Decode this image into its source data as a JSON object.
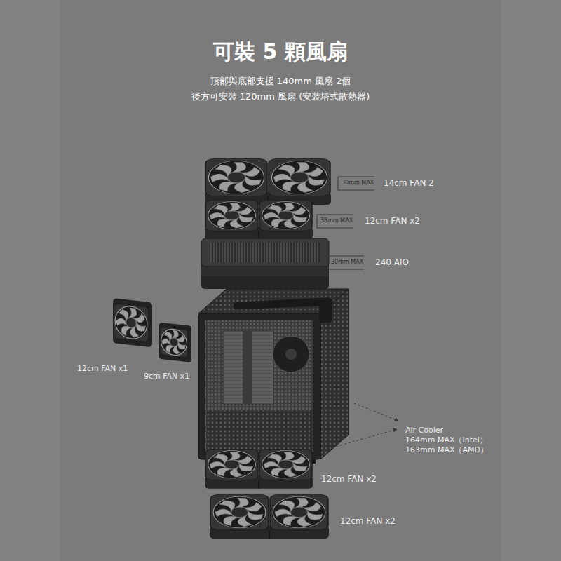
{
  "diagram": {
    "title": "可裝 5 顆風扇",
    "labels": [
      "頂部與底部支援 140mm 風扇 2個",
      "後方可安裝 120mm 風扇 (安裝塔式散熱器)",
      "30mm MAX",
      "14cm FAN 2",
      "38mm MAX",
      "12cm FAN x2",
      "30mm MAX",
      "240 AIO",
      "12cm FAN x1",
      "9cm FAN x1",
      "Air Cooler",
      "164mm MAX（Intel）",
      "163mm MAX（AMD）",
      "12cm FAN x2",
      "12cm FAN x2"
    ]
  }
}
